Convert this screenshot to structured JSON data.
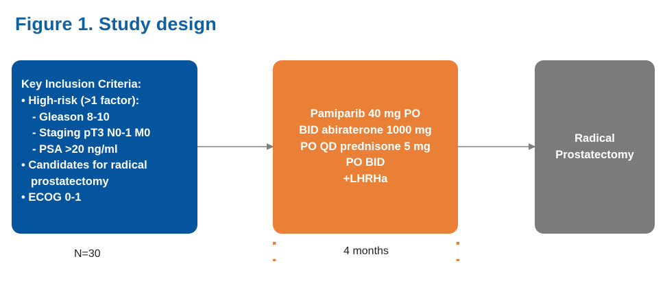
{
  "figure": {
    "title": "Figure 1. Study design",
    "title_color": "#11609F"
  },
  "boxes": {
    "inclusion": {
      "name": "key-inclusion-criteria",
      "fill_color": "#04559D",
      "text_color": "#FFFFFF",
      "heading": "Key Inclusion Criteria:",
      "lines": [
        "• High-risk (>1 factor):",
        "- Gleason 8-10",
        "- Staging pT3 N0-1 M0",
        "- PSA >20 ng/ml",
        "• Candidates for radical",
        "prostatectomy",
        "• ECOG 0-1"
      ],
      "enrollment": "N=30"
    },
    "treatment": {
      "name": "treatment-regimen",
      "fill_color": "#EA7F36",
      "text_color": "#FFFFFF",
      "lines": [
        "Pamiparib 40 mg PO",
        "BID abiraterone 1000 mg",
        "PO QD prednisone 5 mg",
        "PO BID",
        "+LHRHa"
      ],
      "duration_label": "4 months",
      "bracket_color": "#EA7F36"
    },
    "surgery": {
      "name": "radical-prostatectomy",
      "fill_color": "#7B7B7B",
      "text_color": "#FFFFFF",
      "lines": [
        "Radical",
        "Prostatectomy"
      ]
    }
  },
  "connectors": {
    "arrow_color": "#808080",
    "arrow_1_label": "inclusion-to-treatment",
    "arrow_2_label": "treatment-to-surgery"
  }
}
